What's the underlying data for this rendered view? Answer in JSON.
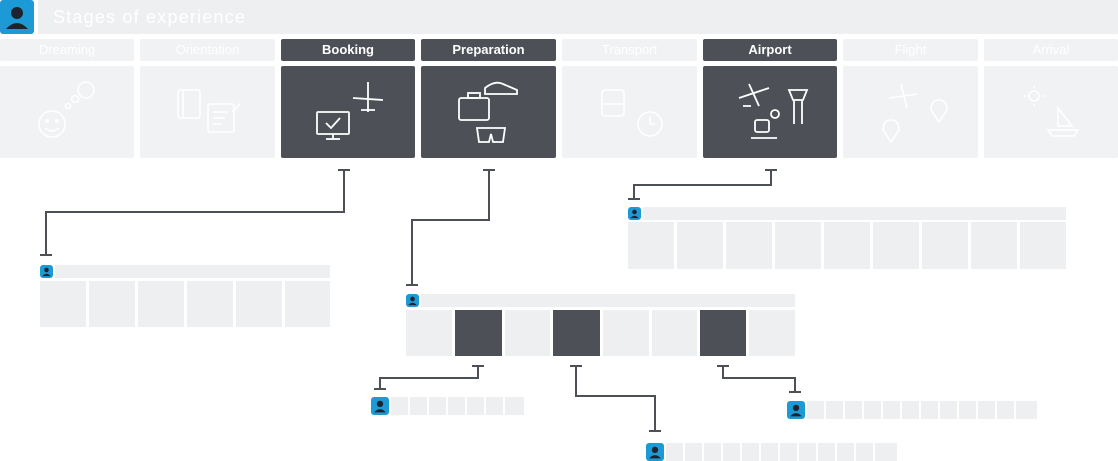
{
  "header": {
    "title": "Stages of experience",
    "avatar_icon": "person-icon"
  },
  "stages": [
    {
      "label": "Dreaming",
      "active": false,
      "icons": [
        "smiley-icon",
        "thought-cloud-icon"
      ]
    },
    {
      "label": "Orientation",
      "active": false,
      "icons": [
        "book-icon",
        "notepad-icon"
      ]
    },
    {
      "label": "Booking",
      "active": true,
      "icons": [
        "monitor-check-icon",
        "airplane-icon"
      ]
    },
    {
      "label": "Preparation",
      "active": true,
      "icons": [
        "suitcase-icon",
        "shoe-icon",
        "swim-shorts-icon"
      ]
    },
    {
      "label": "Transport",
      "active": false,
      "icons": [
        "train-icon",
        "alarm-clock-icon"
      ]
    },
    {
      "label": "Airport",
      "active": true,
      "icons": [
        "airplane-icon",
        "control-tower-icon",
        "baggage-scale-icon"
      ]
    },
    {
      "label": "Flight",
      "active": false,
      "icons": [
        "airplane-icon",
        "location-pin-icon"
      ]
    },
    {
      "label": "Arrival",
      "active": false,
      "icons": [
        "sun-icon",
        "sailboat-icon"
      ]
    }
  ],
  "colors": {
    "accent": "#1c9ad6",
    "active": "#4d5056",
    "inactive": "#f1f2f3",
    "connector": "#4d5056"
  }
}
